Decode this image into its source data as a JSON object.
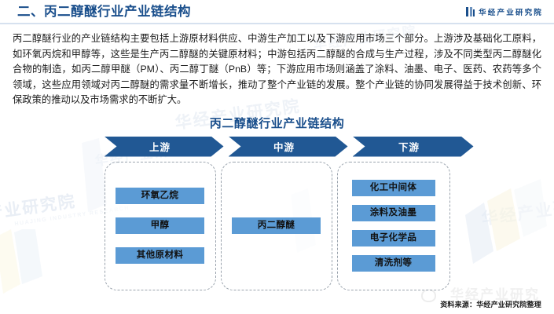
{
  "header": {
    "title": "二、丙二醇醚行业产业链结构",
    "brand_name": "华经产业研究院",
    "brand_icon": "bar-chart-icon",
    "accent_color": "#1a4f8c",
    "divider_color": "#d6e1ef"
  },
  "body": {
    "paragraph": "丙二醇醚行业的产业链结构主要包括上游原材料供应、中游生产加工以及下游应用市场三个部分。上游涉及基础化工原料，如环氧丙烷和甲醇等，这些是生产丙二醇醚的关键原材料；中游包括丙二醇醚的合成与生产过程，涉及不同类型丙二醇醚化合物的制造，如丙二醇甲醚（PM）、丙二醇丁醚（PnB）等；下游应用市场则涵盖了涂料、油墨、电子、医药、农药等多个领域，这些应用领域对丙二醇醚的需求量不断增长，推动了整个产业链的发展。整个产业链的协同发展得益于技术创新、环保政策的推动以及市场需求的不断扩大。"
  },
  "figure": {
    "title": "丙二醇醚行业产业链结构",
    "chevron_color": "#215894",
    "node_color": "#5b9bd5",
    "stages": [
      {
        "label": "上游",
        "nodes": [
          "环氧乙烷",
          "甲醇",
          "其他原材料"
        ]
      },
      {
        "label": "中游",
        "nodes": [
          "丙二醇醚"
        ]
      },
      {
        "label": "下游",
        "nodes": [
          "化工中间体",
          "涂料及油墨",
          "电子化学品",
          "清洗剂等"
        ]
      }
    ]
  },
  "footer": {
    "source": "资料来源：华经产业研究院整理",
    "watermark": "华经产业研究"
  },
  "watermarks": [
    "华经产业研究院",
    "华经产业研究院",
    "产业研究院",
    "华经产业研究院"
  ]
}
